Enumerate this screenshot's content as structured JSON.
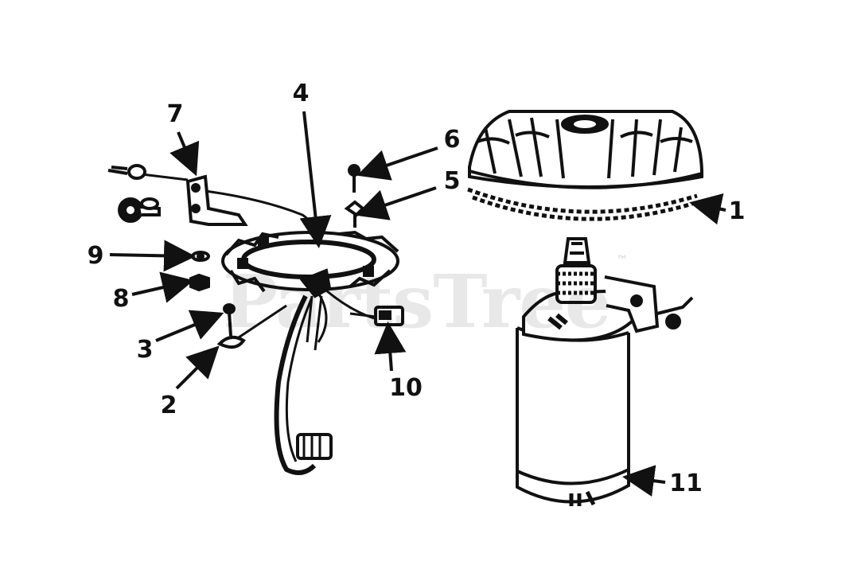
{
  "watermark": {
    "text": "PartsTree",
    "tm": "™"
  },
  "callouts": [
    "1",
    "2",
    "3",
    "4",
    "5",
    "6",
    "7",
    "8",
    "9",
    "10",
    "11"
  ]
}
